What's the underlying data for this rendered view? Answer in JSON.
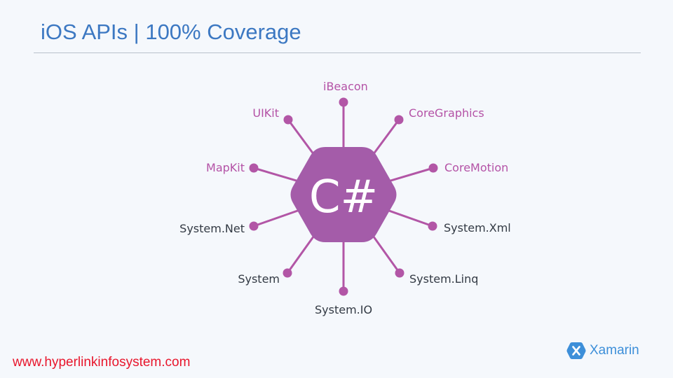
{
  "slide": {
    "title": "iOS APIs | 100% Coverage"
  },
  "diagram": {
    "hub_label": "C#",
    "colors": {
      "hub": "#a45ca9",
      "connector": "#b256a6",
      "highlight_label": "#b452a6",
      "plain_label": "#333a44"
    },
    "nodes": [
      {
        "label": "iBeacon",
        "style": "highlight"
      },
      {
        "label": "UIKit",
        "style": "highlight"
      },
      {
        "label": "CoreGraphics",
        "style": "highlight"
      },
      {
        "label": "MapKit",
        "style": "highlight"
      },
      {
        "label": "CoreMotion",
        "style": "highlight"
      },
      {
        "label": "System.Net",
        "style": "plain"
      },
      {
        "label": "System.Xml",
        "style": "plain"
      },
      {
        "label": "System",
        "style": "plain"
      },
      {
        "label": "System.Linq",
        "style": "plain"
      },
      {
        "label": "System.IO",
        "style": "plain"
      }
    ]
  },
  "footer": {
    "website": "www.hyperlinkinfosystem.com",
    "brand_name": "Xamarin",
    "brand_icon": "xamarin-logo-icon"
  }
}
